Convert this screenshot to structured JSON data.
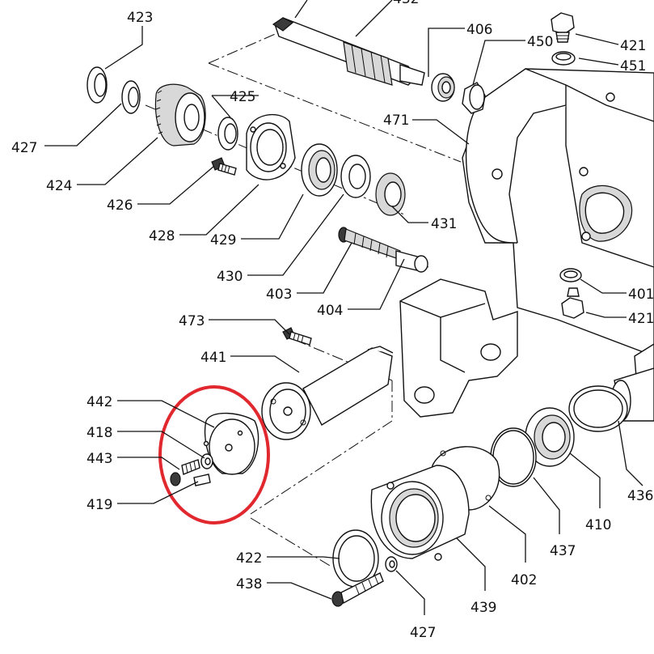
{
  "diagram": {
    "callouts": {
      "c423": "423",
      "c432": "432",
      "c406": "406",
      "c421a": "421",
      "c450": "450",
      "c451": "451",
      "c425": "425",
      "c471": "471",
      "c427a": "427",
      "c424": "424",
      "c426": "426",
      "c428": "428",
      "c429": "429",
      "c430": "430",
      "c431": "431",
      "c403": "403",
      "c404": "404",
      "c401": "401",
      "c421b": "421",
      "c473": "473",
      "c441": "441",
      "c442": "442",
      "c418": "418",
      "c443": "443",
      "c419": "419",
      "c436": "436",
      "c410": "410",
      "c437": "437",
      "c402": "402",
      "c439": "439",
      "c422": "422",
      "c438": "438",
      "c427b": "427"
    },
    "highlight_color": "#e0282e"
  }
}
